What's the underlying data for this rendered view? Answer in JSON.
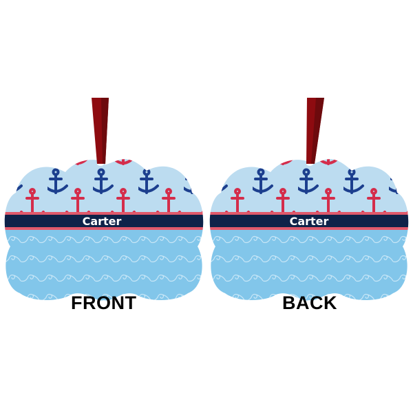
{
  "product": {
    "name_text": "Carter",
    "pattern": "anchors-and-waves",
    "colors": {
      "top_bg": "#bcdcf0",
      "bottom_bg": "#82c6ea",
      "anchor_red": "#d42d4b",
      "anchor_navy": "#1c3f8e",
      "band_navy": "#0e2249",
      "band_stripe": "#e0596b",
      "ribbon": "#8e0b10",
      "wave": "#c7e6f7"
    }
  },
  "views": [
    {
      "label": "FRONT",
      "name_text": "Carter"
    },
    {
      "label": "BACK",
      "name_text": "Carter"
    }
  ]
}
